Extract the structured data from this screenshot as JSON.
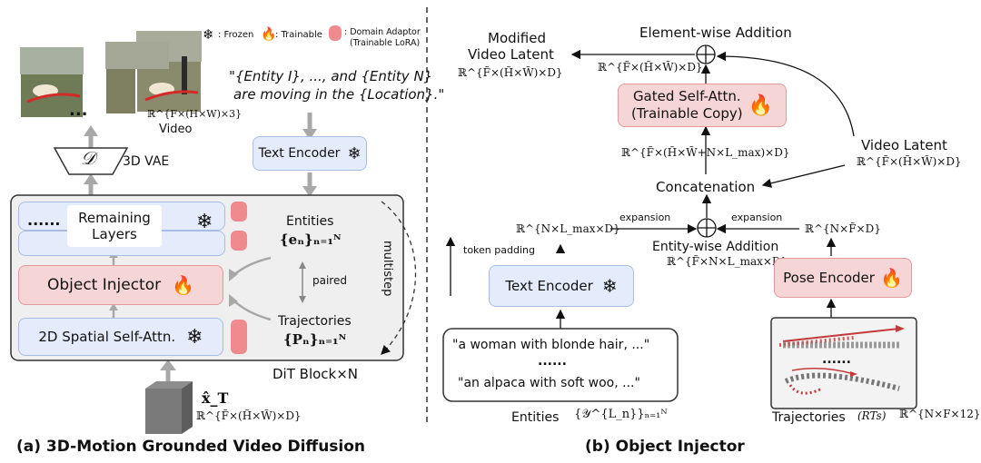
{
  "legend": {
    "frozen": ": Frozen",
    "trainable": ": Trainable",
    "domain_adaptor": ": Domain Adaptor",
    "domain_adaptor_sub": "(Trainable LoRA)"
  },
  "left": {
    "video_dims": "ℝ^{F×(H×W)×3}",
    "video_label": "Video",
    "ellipsis": "...",
    "vae_symbol": "𝒟",
    "vae_label": "3D VAE",
    "prompt_line1": "\"{Entity I}, ..., and {Entity N}",
    "prompt_line2": "are moving in the {Location}.\"",
    "text_encoder": "Text Encoder",
    "dots": "......",
    "remaining_layers": "Remaining Layers",
    "object_injector": "Object Injector",
    "spatial_attn": "2D Spatial Self-Attn.",
    "entities_label": "Entities",
    "entities_math": "{eₙ}ₙ₌₁ᴺ",
    "paired": "paired",
    "trajectories_label": "Trajectories",
    "trajectories_math": "{Pₙ}ₙ₌₁ᴺ",
    "multistep": "multistep",
    "dit_block": "DiT Block×N",
    "xt": "x̂_T",
    "xt_dims": "ℝ^{F̃×(H̃×W̃)×D}",
    "caption": "(a) 3D-Motion Grounded Video Diffusion"
  },
  "right": {
    "modified_line1": "Modified",
    "modified_line2": "Video Latent",
    "modified_dims": "ℝ^{F̃×(H̃×W̃)×D}",
    "elementwise": "Element-wise Addition",
    "elementwise_dims": "ℝ^{F̃×(H̃×W̃)×D}",
    "gated_line1": "Gated Self-Attn.",
    "gated_line2": "(Trainable Copy)",
    "concat_dims": "ℝ^{F̃×(H̃×W̃+N×L_max)×D}",
    "video_latent": "Video Latent",
    "video_latent_dims": "ℝ^{F̃×(H̃×W̃)×D}",
    "concatenation": "Concatenation",
    "text_dims": "ℝ^{N×L_max×D}",
    "expansion_left": "expansion",
    "expansion_right": "expansion",
    "pose_dims": "ℝ^{N×F̃×D}",
    "token_padding": "token padding",
    "entitywise": "Entity-wise Addition",
    "entitywise_dims": "ℝ^{F̃×N×L_max×D}",
    "text_encoder": "Text Encoder",
    "pose_encoder": "Pose Encoder",
    "quote1": "\"a woman with blonde hair, ...\"",
    "quote_dots": "......",
    "quote2": "\"an alpaca with soft woo, ...\"",
    "traj_dots": "......",
    "entities_label": "Entities",
    "entities_math": "{𝒴^{L_n}}ₙ₌₁ᴺ",
    "trajectories_label": "Trajectories",
    "trajectories_rts": "(RTs)",
    "trajectories_dims": "ℝ^{N×F×12}",
    "caption": "(b) Object Injector"
  }
}
